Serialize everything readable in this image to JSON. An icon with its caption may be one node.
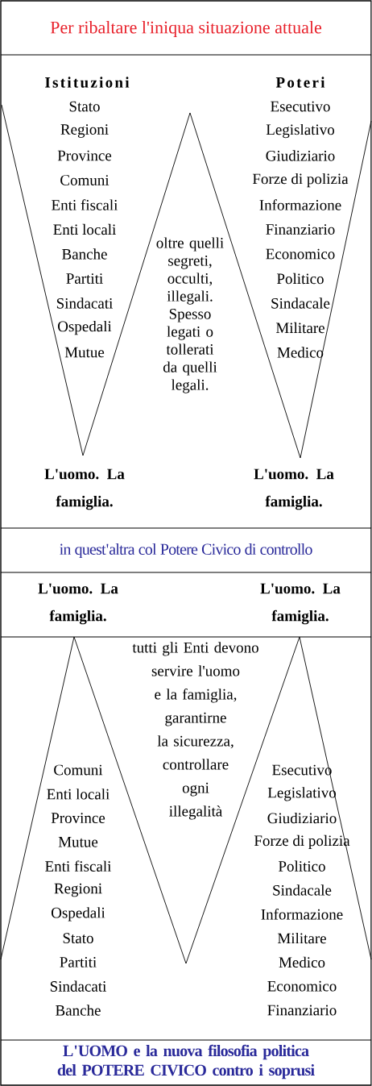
{
  "diagram": {
    "title": "Per ribaltare l'iniqua situazione attuale",
    "caption": "L'UOMO e la nuova filosofia politica del POTERE CIVICO contro i soprusi",
    "labels": [
      "Istituzioni",
      "Stato",
      "Regioni",
      "Province",
      "Comuni",
      "Enti fiscali",
      "Enti locali",
      "Banche",
      "Partiti",
      "Sindacati",
      "Ospedali",
      "Mutue",
      "Poteri",
      "Esecutivo",
      "Legislativo",
      "Giudiziario",
      "Forze di polizia",
      "Informazione",
      "Finanziario",
      "Economico",
      "Politico",
      "Sindacale",
      "Militare",
      "Medico",
      "oltre quelli segreti, occulti, illegali. Spesso legati o tollerati da quelli legali.",
      "L'uomo. La famiglia.",
      "L'uomo. La famiglia.",
      "in quest'altra col Potere Civico di controllo",
      "L'uomo. La famiglia.",
      "L'uomo. La famiglia.",
      "tutti gli Enti devono servire l'uomo e la famiglia, garantirne la sicurezza, controllare ogni illegalità",
      "Comuni",
      "Enti locali",
      "Province",
      "Mutue",
      "Enti fiscali",
      "Regioni",
      "Ospedali",
      "Stato",
      "Partiti",
      "Sindacati",
      "Banche",
      "Esecutivo",
      "Legislativo",
      "Giudiziario",
      "Forze di polizia",
      "Politico",
      "Sindacale",
      "Informazione",
      "Militare",
      "Medico",
      "Economico",
      "Finanziario"
    ]
  }
}
